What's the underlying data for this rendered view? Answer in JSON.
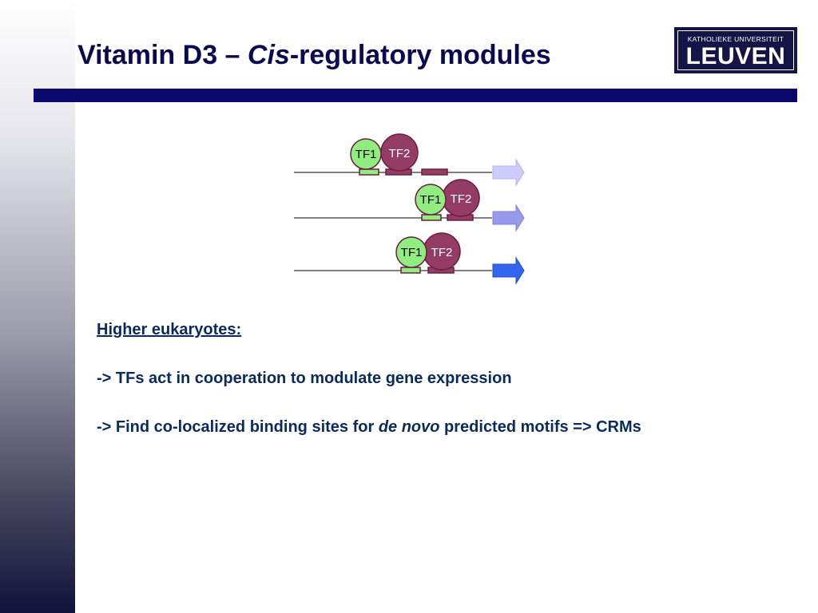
{
  "slide": {
    "title_prefix": "Vitamin D3 – ",
    "title_italic": "Cis",
    "title_suffix": "-regulatory modules"
  },
  "logo": {
    "top_line": "KATHOLIEKE UNIVERSITEIT",
    "main": "LEUVEN",
    "bg_color": "#141446"
  },
  "diagram": {
    "tf1_label": "TF1",
    "tf2_label": "TF2",
    "tf1_color": "#90ee80",
    "tf2_color": "#943c64",
    "arrow_colors": [
      "#ccccff",
      "#9999ee",
      "#3366ee"
    ]
  },
  "content": {
    "heading": "Higher eukaryotes:",
    "line1": "-> TFs act in cooperation to modulate gene expression",
    "line2_prefix": "-> Find co-localized binding sites for ",
    "line2_italic": "de novo",
    "line2_suffix": " predicted motifs => CRMs"
  }
}
